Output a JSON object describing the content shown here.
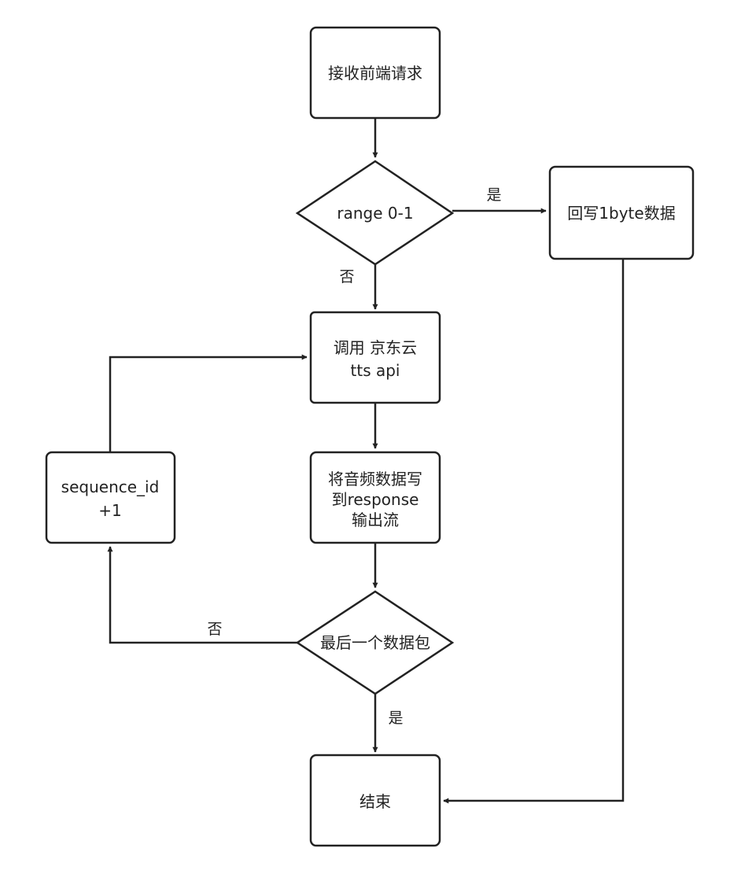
{
  "nodes": {
    "receive_request": {
      "lines": [
        "接收前端请求"
      ]
    },
    "range_check": {
      "lines": [
        "range 0-1"
      ]
    },
    "write_1byte": {
      "lines": [
        "回写1byte数据"
      ]
    },
    "call_api": {
      "lines": [
        "调用 京东云",
        "tts api"
      ]
    },
    "write_audio": {
      "lines": [
        "将音频数据写",
        "到response",
        "输出流"
      ]
    },
    "sequence_inc": {
      "lines": [
        "sequence_id",
        "+1"
      ]
    },
    "last_packet_check": {
      "lines": [
        "最后一个数据包"
      ]
    },
    "end": {
      "lines": [
        "结束"
      ]
    }
  },
  "edge_labels": {
    "range_yes": "是",
    "range_no": "否",
    "last_no": "否",
    "last_yes": "是"
  }
}
